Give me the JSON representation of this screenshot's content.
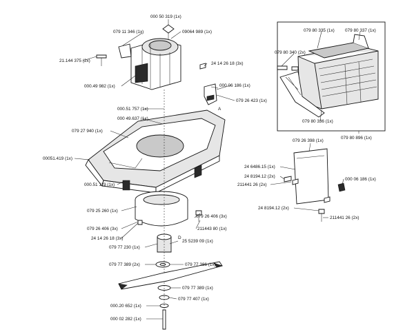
{
  "labels": {
    "l1": "000 50 319 (1x)",
    "l2": "079 11 346 (1x)",
    "l3": "09064 989 (1x)",
    "l4": "21.144 375 (2x)",
    "l5": "24 14 26 18 (3x)",
    "l6": "000.49 982 (1x)",
    "l7": "000 06 186 (1x)",
    "l8": "079 26 423 (1x)",
    "l9": "000.51 757 (1x)",
    "l10": "000 49.637 (1x)",
    "l11": "079 27 940 (1x)",
    "l12": "00051.419 (1x)",
    "l13": "000.51 119 (1x)",
    "l14": "079 25 260 (1x)",
    "l15": "079 26 406 (3x)",
    "l16": "079 26 406 (3x)",
    "l17": "211443 80 (1x)",
    "l18": "24 14 26 18 (3x)",
    "l19": "25 5239 09 (1x)",
    "l20": "079 77 230 (1x)",
    "l21": "079 77 389 (2x)",
    "l22": "079 77 386 (1x)",
    "l23": "079 77 389 (1x)",
    "l24": "079 77 407 (1x)",
    "l25": "000.20 652 (1x)",
    "l26": "000 02 282 (1x)",
    "l27": "079 80 335 (1x)",
    "l28": "079 80 337 (1x)",
    "l29": "079 80 340 (2x)",
    "l30": "079 80 336 (1x)",
    "l31": "079 80 896 (1x)",
    "l32": "079 26 398 (1x)",
    "l33": "24 6486.15 (1x)",
    "l34": "24 8194.12 (2x)",
    "l35": "211441 26 (2x)",
    "l36": "000 06 186 (1x)",
    "l37": "24 8194.12 (2x)",
    "l38": "211441 26 (2x)",
    "callout_a": "A",
    "callout_d": "D"
  }
}
